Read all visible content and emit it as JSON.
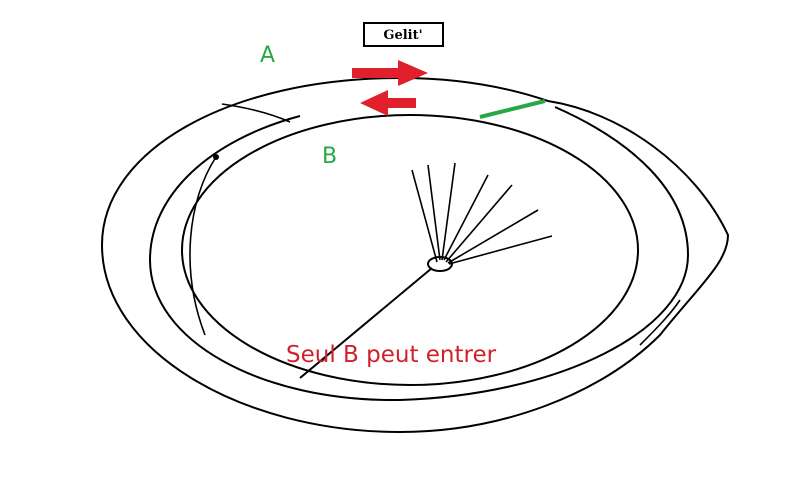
{
  "box_label": "Gelit'",
  "label_outer": "A",
  "label_inner": "B",
  "caption": "Seul B peut entrer",
  "colors": {
    "label_green": "#27a845",
    "caption_red": "#d0202a",
    "arrow_red": "#e0202a",
    "line_green": "#27a845",
    "outline": "#000000"
  }
}
